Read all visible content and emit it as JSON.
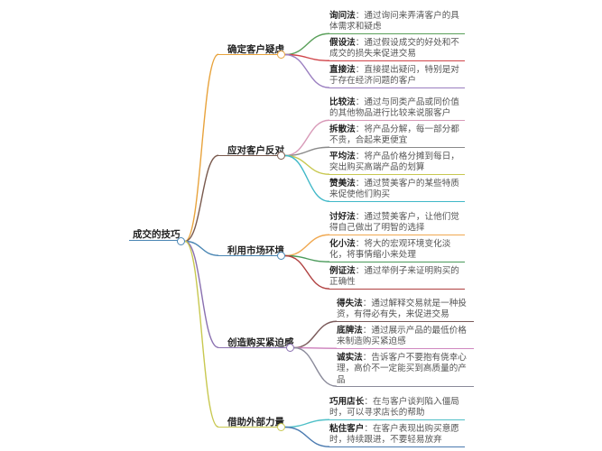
{
  "root": {
    "label": "成交的技巧",
    "color": "#4a86b4"
  },
  "branches": [
    {
      "label": "确定客户疑虑",
      "color": "#e8a33c",
      "leaves": [
        {
          "title": "询问法",
          "text": "：通过询问来弄清客户的具体需求和疑虑",
          "color": "#5aa05a"
        },
        {
          "title": "假设法",
          "text": "：通过假设成交的好处和不成交的损失来促进交易",
          "color": "#d0454a"
        },
        {
          "title": "直接法",
          "text": "：直接提出疑问，特别是对于存在经济问题的客户",
          "color": "#9a7ec0"
        }
      ]
    },
    {
      "label": "应对客户反对",
      "color": "#7a5a4e",
      "leaves": [
        {
          "title": "比较法",
          "text": "：通过与同类产品或同价值的其他物品进行比较来说服客户",
          "color": "#d89ab8"
        },
        {
          "title": "拆散法",
          "text": "：将产品分解，每一部分都不贵，合起来更便宜",
          "color": "#8a8a8a"
        },
        {
          "title": "平均法",
          "text": "：将产品价格分摊到每日，突出购买高端产品的划算",
          "color": "#c8c850"
        },
        {
          "title": "赞美法",
          "text": "：通过赞美客户的某些特质来促使他们购买",
          "color": "#40b8c8"
        }
      ]
    },
    {
      "label": "利用市场环境",
      "color": "#4a86b4",
      "leaves": [
        {
          "title": "讨好法",
          "text": "：通过赞美客户，让他们觉得自己做出了明智的选择",
          "color": "#f0a850"
        },
        {
          "title": "化小法",
          "text": "：将大的宏观环境变化淡化，将事情缩小来处理",
          "color": "#4a9a5a"
        },
        {
          "title": "例证法",
          "text": "：通过举例子来证明购买的正确性",
          "color": "#b04040"
        }
      ]
    },
    {
      "label": "创造购买紧迫感",
      "color": "#8a70b0",
      "leaves": [
        {
          "title": "得失法",
          "text": "：通过解释交易就是一种投资，有得必有失，来促进交易",
          "color": "#7a5a5a"
        },
        {
          "title": "底牌法",
          "text": "：通过展示产品的最低价格来制造购买紧迫感",
          "color": "#d088c0"
        },
        {
          "title": "诚实法",
          "text": "：告诉客户不要抱有侥幸心理，高价不一定能买到高质量的产品",
          "color": "#8a8a9a"
        }
      ]
    },
    {
      "label": "借助外部力量",
      "color": "#c8c850",
      "leaves": [
        {
          "title": "巧用店长",
          "text": "：在与客户谈判陷入僵局时，可以寻求店长的帮助",
          "color": "#50c0c8"
        },
        {
          "title": "粘住客户",
          "text": "：在客户表现出购买意愿时，持续跟进，不要轻易放弃",
          "color": "#4a7ab0"
        }
      ]
    }
  ]
}
